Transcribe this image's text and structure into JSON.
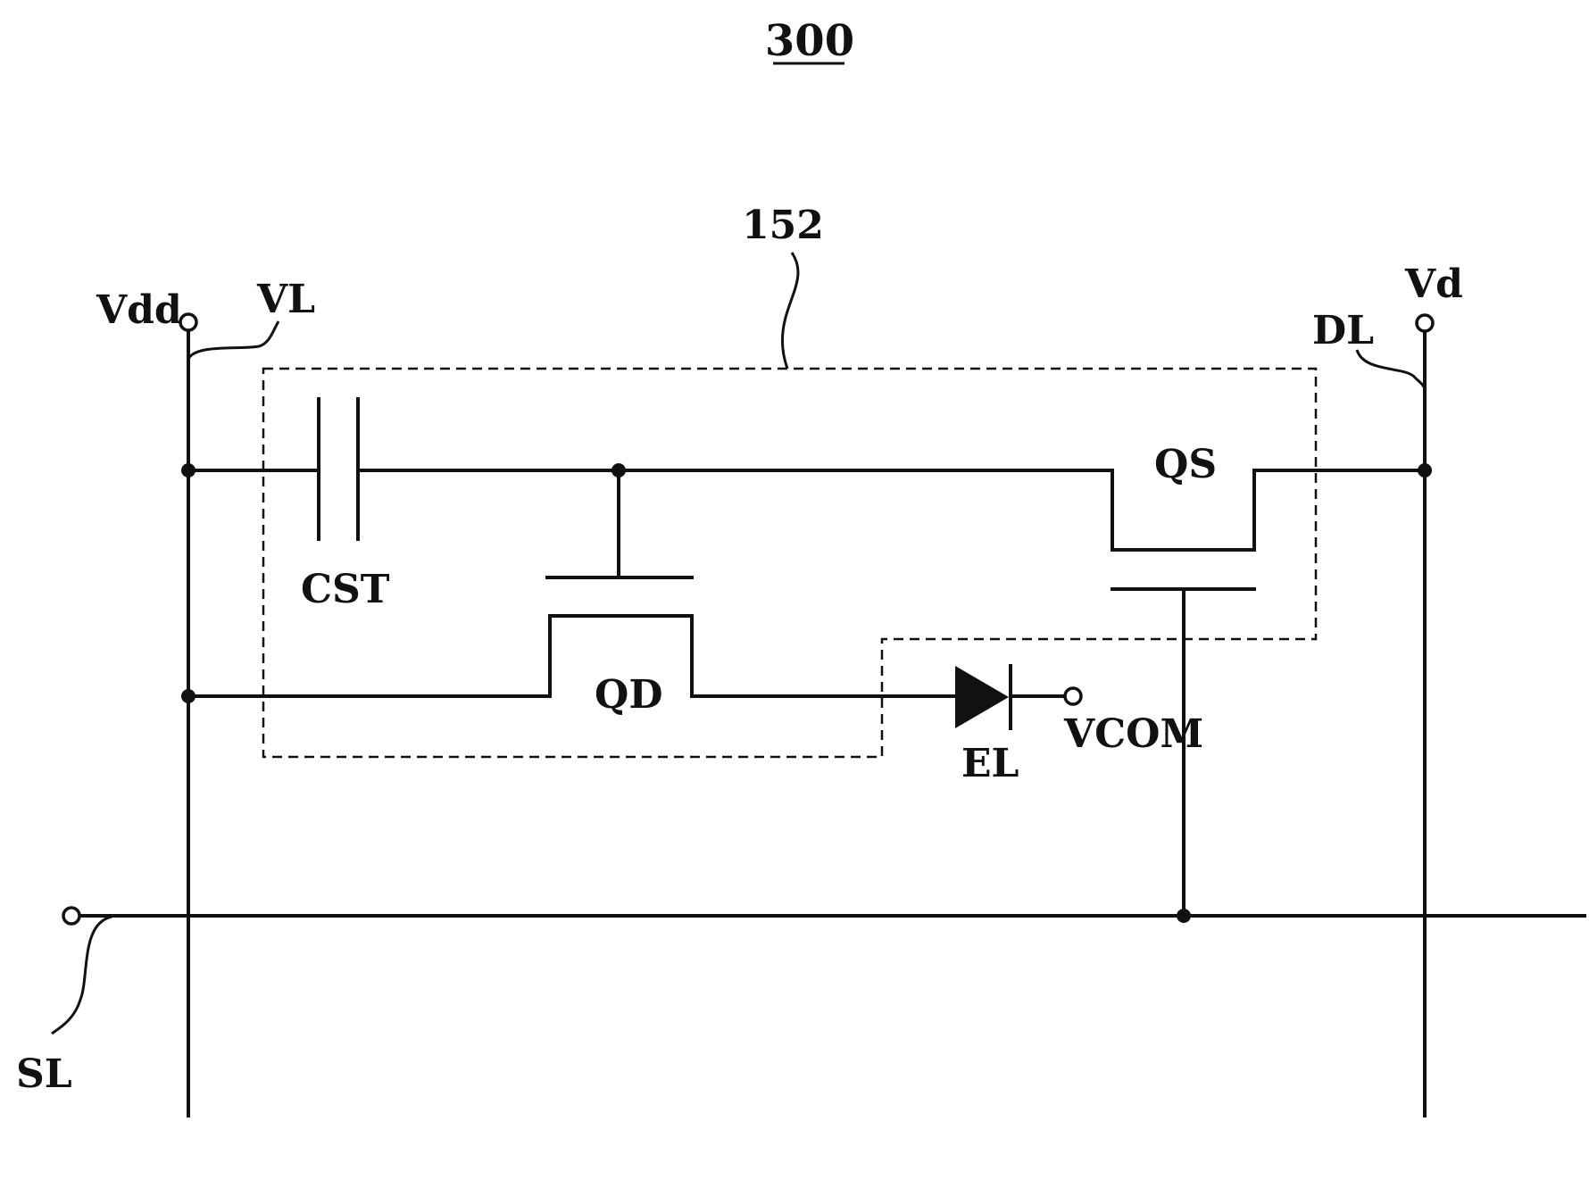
{
  "figure": {
    "number": "300",
    "region_ref": "152"
  },
  "labels": {
    "vdd": "Vdd",
    "vl": "VL",
    "vd": "Vd",
    "dl": "DL",
    "cst": "CST",
    "qs": "QS",
    "qd": "QD",
    "el": "EL",
    "vcom": "VCOM",
    "sl": "SL"
  }
}
